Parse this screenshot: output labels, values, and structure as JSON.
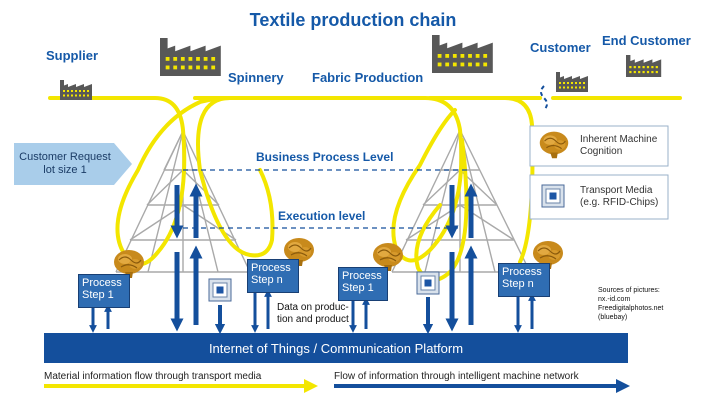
{
  "title": "Textile production chain",
  "stations": {
    "supplier": "Supplier",
    "spinnery": "Spinnery",
    "fabric_production": "Fabric Production",
    "customer": "Customer",
    "end_customer": "End Customer"
  },
  "levels": {
    "business": "Business Process Level",
    "execution": "Execution level"
  },
  "customer_request": {
    "line1": "Customer Request",
    "line2": "lot size 1"
  },
  "process_steps": [
    {
      "line1": "Process",
      "line2": "Step 1"
    },
    {
      "line1": "Process",
      "line2": "Step n"
    },
    {
      "line1": "Process",
      "line2": "Step 1"
    },
    {
      "line1": "Process",
      "line2": "Step n"
    }
  ],
  "data_note": {
    "line1": "Data on produc-",
    "line2": "tion and product"
  },
  "platform": "Internet of Things / Communication Platform",
  "legend": {
    "cognition_line1": "Inherent Machine",
    "cognition_line2": "Cognition",
    "transport_line1": "Transport Media",
    "transport_line2": "(e.g. RFID-Chips)"
  },
  "sources": {
    "line1": "Sources of pictures:",
    "line2": "nx.-id.com",
    "line3": "Freedigitalphotos.net",
    "line4": "(bluebay)"
  },
  "flows": {
    "material": "Material information flow through transport media",
    "information": "Flow of information through intelligent machine network"
  },
  "colors": {
    "primary_blue": "#144f9c",
    "heading_blue": "#1559a8",
    "yellow": "#f3e600",
    "factory_gray": "#585858",
    "lattice_gray": "#a9a9a9"
  },
  "icons": [
    "factory-icon",
    "brain-icon",
    "rfid-chip-icon"
  ]
}
